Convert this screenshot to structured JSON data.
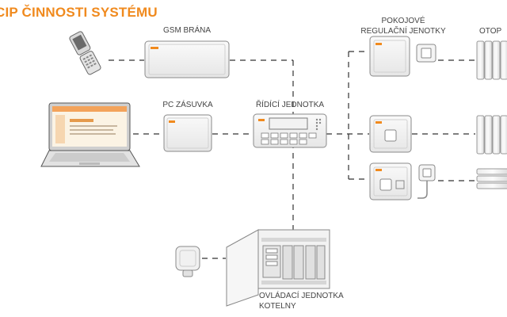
{
  "title": "CIP ČINNOSTI SYSTÉMU",
  "labels": {
    "gsm": "GSM BRÁNA",
    "pc_socket": "PC ZÁSUVKA",
    "control_unit": "ŘÍDÍCÍ JEDNOTKA",
    "room_line1": "POKOJOVÉ",
    "room_line2": "REGULAČNÍ JENOTKY",
    "radiators": "OTOP",
    "boiler_line1": "OVLÁDACÍ JEDNOTKA",
    "boiler_line2": "KOTELNY"
  },
  "brand_color": "#f08a1e",
  "icons": [
    "mobile-phone-icon",
    "laptop-icon",
    "temperature-sensor-icon"
  ]
}
